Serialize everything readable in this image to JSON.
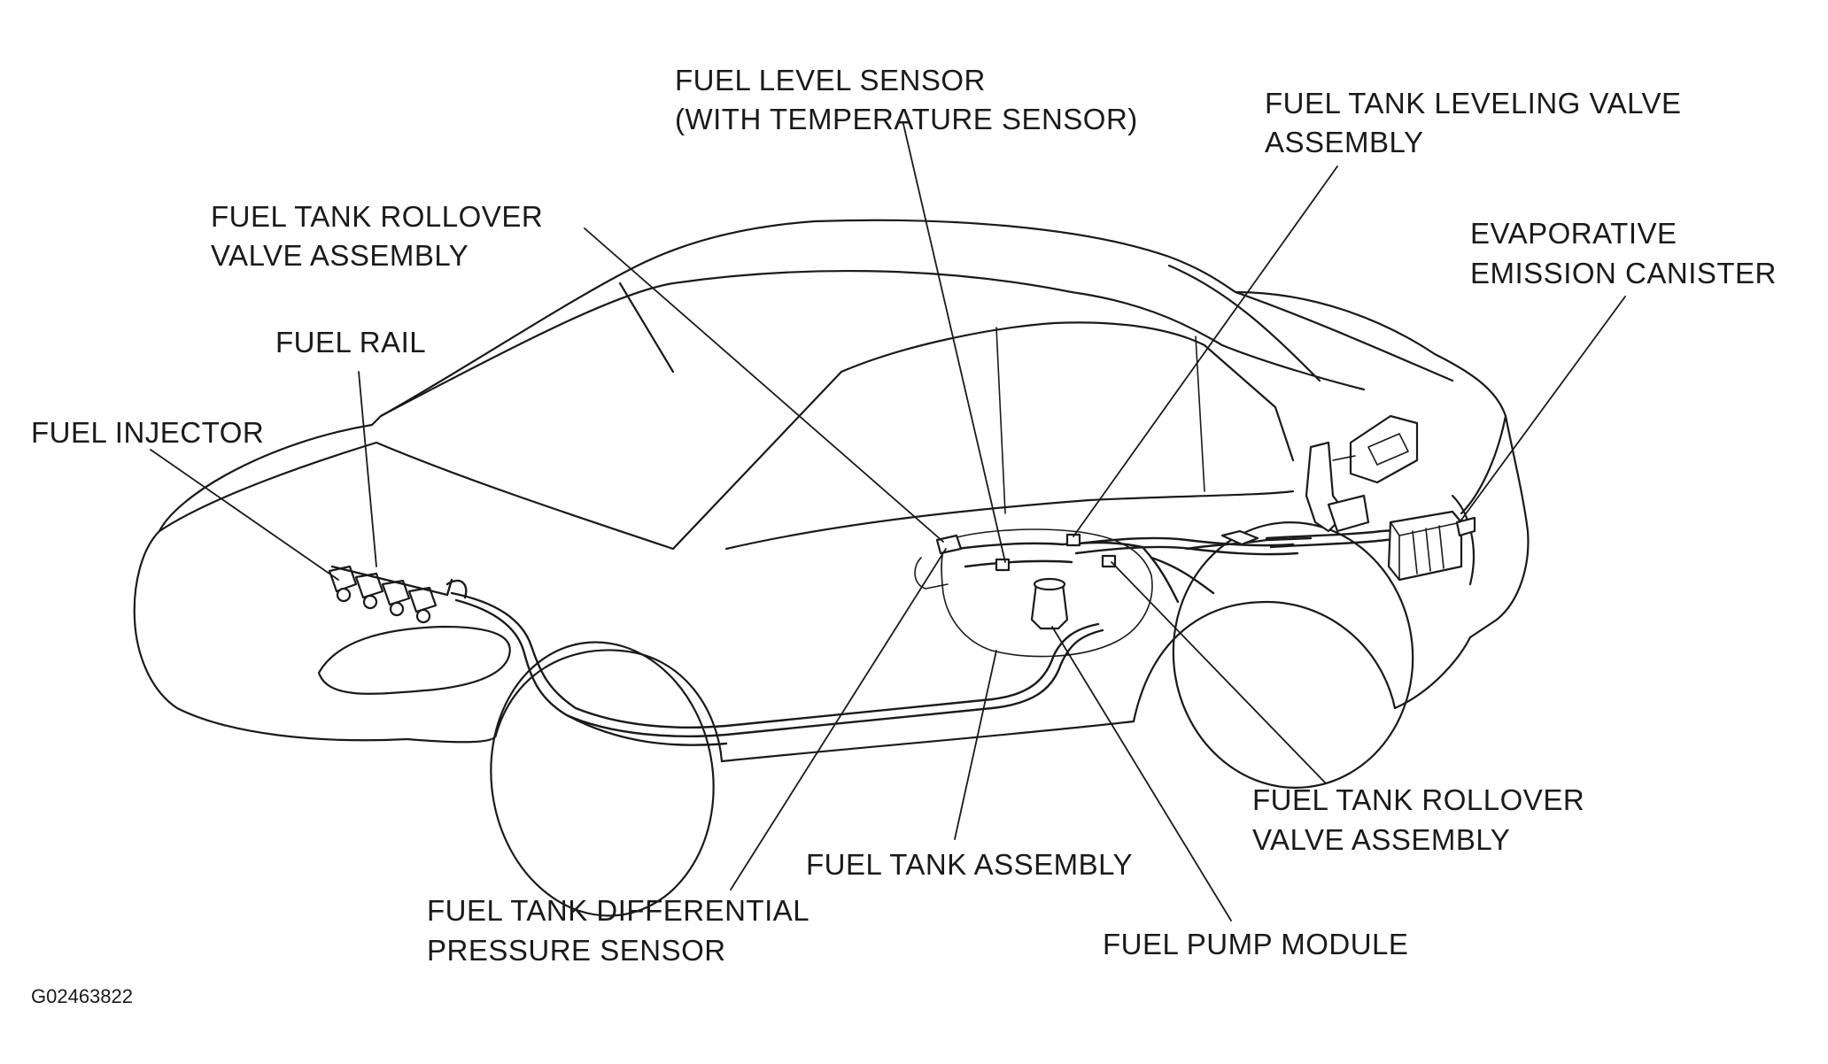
{
  "labels": {
    "fuel_level_sensor": [
      "FUEL LEVEL SENSOR",
      "(WITH TEMPERATURE SENSOR)"
    ],
    "fuel_tank_leveling_valve": [
      "FUEL TANK LEVELING VALVE",
      "ASSEMBLY"
    ],
    "fuel_tank_rollover_valve_upper": [
      "FUEL TANK ROLLOVER",
      "VALVE ASSEMBLY"
    ],
    "evaporative_emission_canister": [
      "EVAPORATIVE",
      "EMISSION CANISTER"
    ],
    "fuel_rail": [
      "FUEL RAIL"
    ],
    "fuel_injector": [
      "FUEL INJECTOR"
    ],
    "fuel_tank_rollover_valve_lower": [
      "FUEL TANK ROLLOVER",
      "VALVE ASSEMBLY"
    ],
    "fuel_tank_assembly": [
      "FUEL TANK ASSEMBLY"
    ],
    "fuel_tank_differential_pressure_sensor": [
      "FUEL TANK DIFFERENTIAL",
      "PRESSURE SENSOR"
    ],
    "fuel_pump_module": [
      "FUEL PUMP MODULE"
    ]
  },
  "figure_code": "G02463822"
}
